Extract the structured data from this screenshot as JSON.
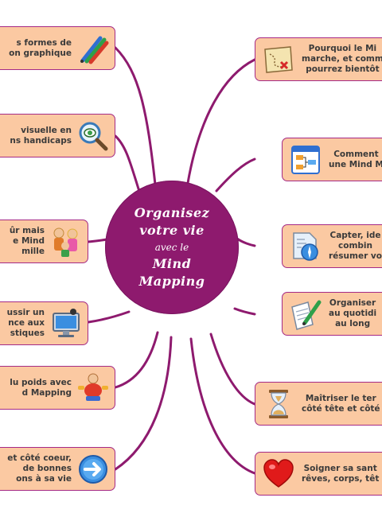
{
  "center": {
    "line1": "Organisez",
    "line2": "votre vie",
    "line3": "avec le",
    "line4": "Mind",
    "line5": "Mapping"
  },
  "nodes_left": [
    {
      "lines": [
        "s formes de",
        "on graphique"
      ],
      "icon": "pencils-icon"
    },
    {
      "lines": [
        "visuelle en",
        "ns handicaps"
      ],
      "icon": "magnifier-icon"
    },
    {
      "lines": [
        "ûr mais",
        "e Mind",
        "mille"
      ],
      "icon": "family-icon"
    },
    {
      "lines": [
        "ussir un",
        "nce aux",
        "stiques"
      ],
      "icon": "monitor-icon"
    },
    {
      "lines": [
        "lu poids avec",
        "d Mapping"
      ],
      "icon": "exercise-icon"
    },
    {
      "lines": [
        "et côté coeur,",
        "de bonnes",
        "ons à sa vie"
      ],
      "icon": "arrow-circle-icon"
    }
  ],
  "nodes_right": [
    {
      "lines": [
        "Pourquoi le Mi",
        "marche, et comm",
        "pourrez bientôt"
      ],
      "icon": "treasure-map-icon"
    },
    {
      "lines": [
        "Comment",
        "une Mind M"
      ],
      "icon": "flowchart-icon"
    },
    {
      "lines": [
        "Capter, ide",
        "combin",
        "résumer vo"
      ],
      "icon": "document-safari-icon"
    },
    {
      "lines": [
        "Organiser",
        "au quotidi",
        "au long"
      ],
      "icon": "notepad-pen-icon"
    },
    {
      "lines": [
        "Maîtriser le ter",
        "côté tête et côté"
      ],
      "icon": "hourglass-icon"
    },
    {
      "lines": [
        "Soigner sa sant",
        "rêves, corps, têt"
      ],
      "icon": "heart-icon"
    }
  ],
  "colors": {
    "center": "#8e1a6e",
    "branch": "#8e1a6e",
    "node_fill": "#fbc9a2",
    "node_border": "#a52a86"
  }
}
